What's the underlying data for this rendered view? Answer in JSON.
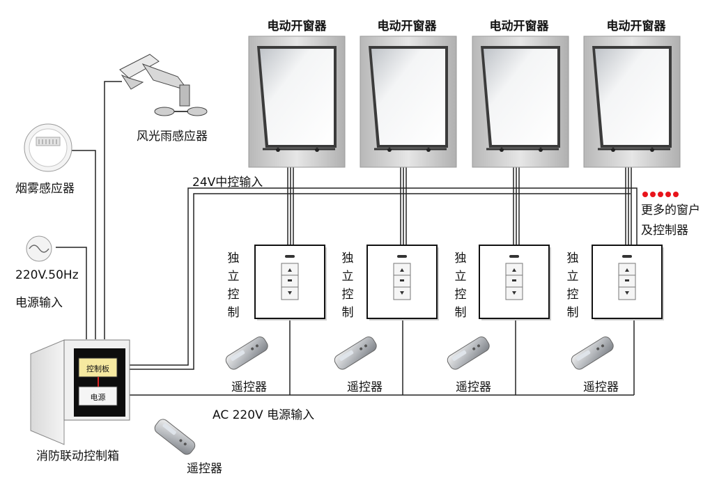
{
  "windows": [
    {
      "label": "电动开窗器"
    },
    {
      "label": "电动开窗器"
    },
    {
      "label": "电动开窗器"
    },
    {
      "label": "电动开窗器"
    }
  ],
  "controllers": [
    {
      "chars": [
        "独",
        "立",
        "控",
        "制"
      ]
    },
    {
      "chars": [
        "独",
        "立",
        "控",
        "制"
      ]
    },
    {
      "chars": [
        "独",
        "立",
        "控",
        "制"
      ]
    },
    {
      "chars": [
        "独",
        "立",
        "控",
        "制"
      ]
    }
  ],
  "remotes": [
    {
      "label": "遥控器"
    },
    {
      "label": "遥控器"
    },
    {
      "label": "遥控器"
    },
    {
      "label": "遥控器"
    }
  ],
  "sensor_wind_rain": "风光雨感应器",
  "sensor_smoke": "烟雾感应器",
  "power_spec": "220V.50Hz",
  "power_input": "电源输入",
  "bus_24v": "24V中控输入",
  "ac_input": "AC 220V 电源输入",
  "more_windows_line1": "更多的窗户",
  "more_windows_line2": "及控制器",
  "box": {
    "label": "消防联动控制箱",
    "control_board": "控制板",
    "power": "电源"
  },
  "box_remote": "遥控器",
  "colors": {
    "wire": "#222222",
    "accent_dot": "#e8141b",
    "control_board_bg": "#f6e9a0",
    "frame": "#c9c9c9"
  }
}
